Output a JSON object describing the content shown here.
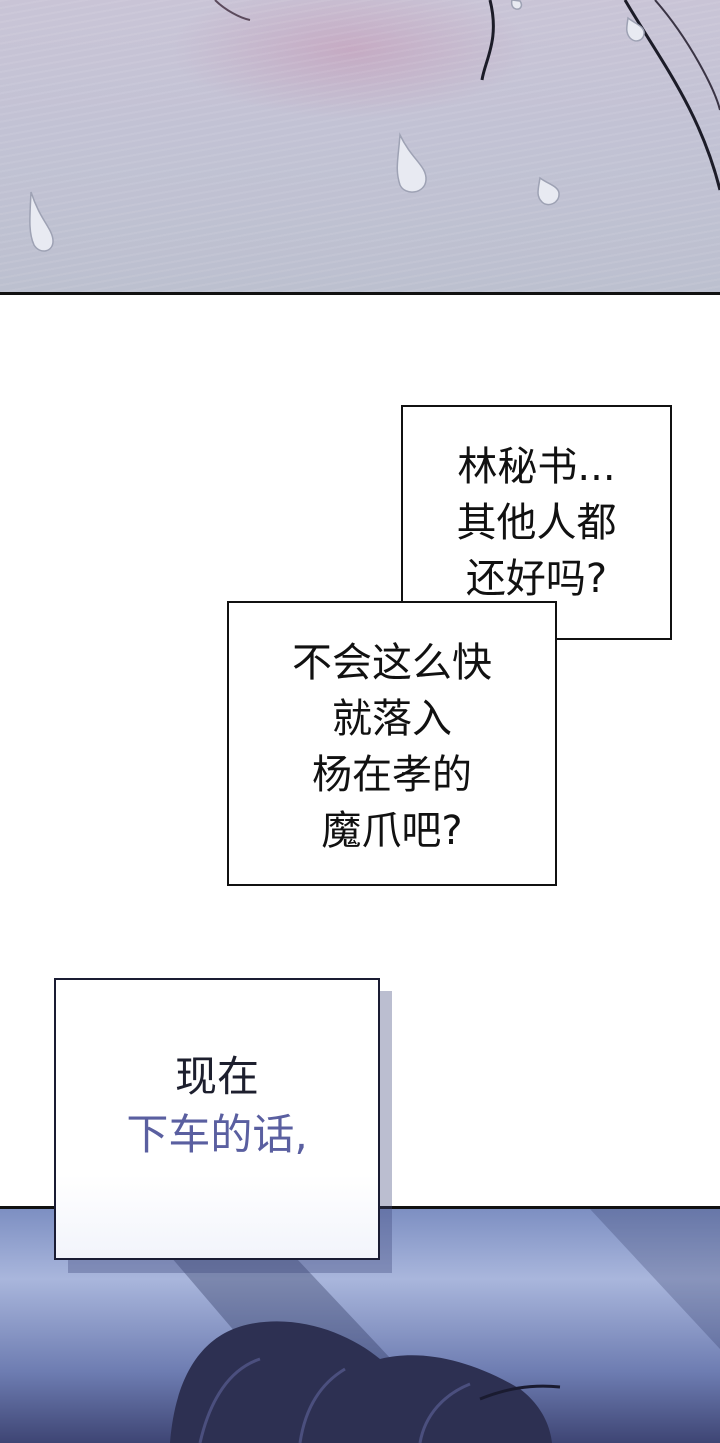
{
  "panels": {
    "top": {
      "description_icon": "water-drops-icon"
    },
    "bottom": {
      "description_icon": "character-hair-icon"
    }
  },
  "bubble_1": {
    "lines": [
      "林秘书...",
      "其他人都",
      "还好吗?"
    ]
  },
  "bubble_2": {
    "lines": [
      "不会这么快",
      "就落入",
      "杨在孝的",
      "魔爪吧?"
    ]
  },
  "caption": {
    "lines": [
      "现在",
      "下车的话,"
    ],
    "colors": {
      "line_1": "#1d1f2e",
      "line_2": "#5a5fa0"
    }
  }
}
